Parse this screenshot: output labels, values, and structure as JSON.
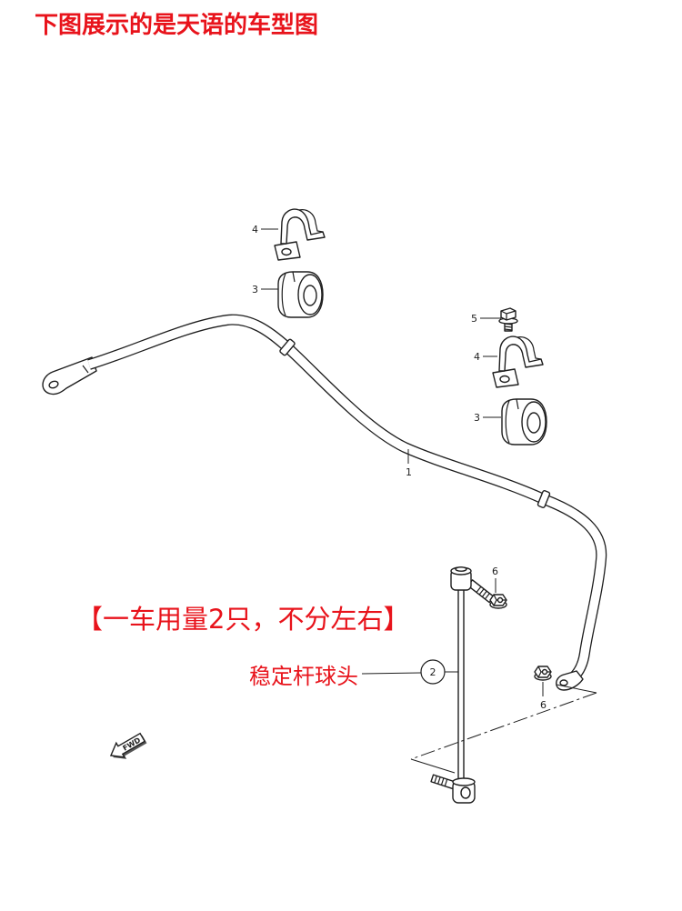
{
  "header": {
    "title": "下图展示的是天语的车型图"
  },
  "note": {
    "usage": "【一车用量2只，不分左右】"
  },
  "callout": {
    "part_name": "稳定杆球头",
    "part_number": "2"
  },
  "part_labels": {
    "stabilizer_bar": "1",
    "bracket_left": "4",
    "bushing_left": "3",
    "bolt": "5",
    "bracket_right": "4",
    "bushing_right": "3",
    "nut_upper": "6",
    "nut_lower": "6"
  },
  "fwd_arrow": {
    "label": "FWD",
    "icon": "fwd-arrow-icon"
  },
  "colors": {
    "accent": "#e8131b",
    "ink": "#1e1e1e",
    "background": "#ffffff"
  }
}
